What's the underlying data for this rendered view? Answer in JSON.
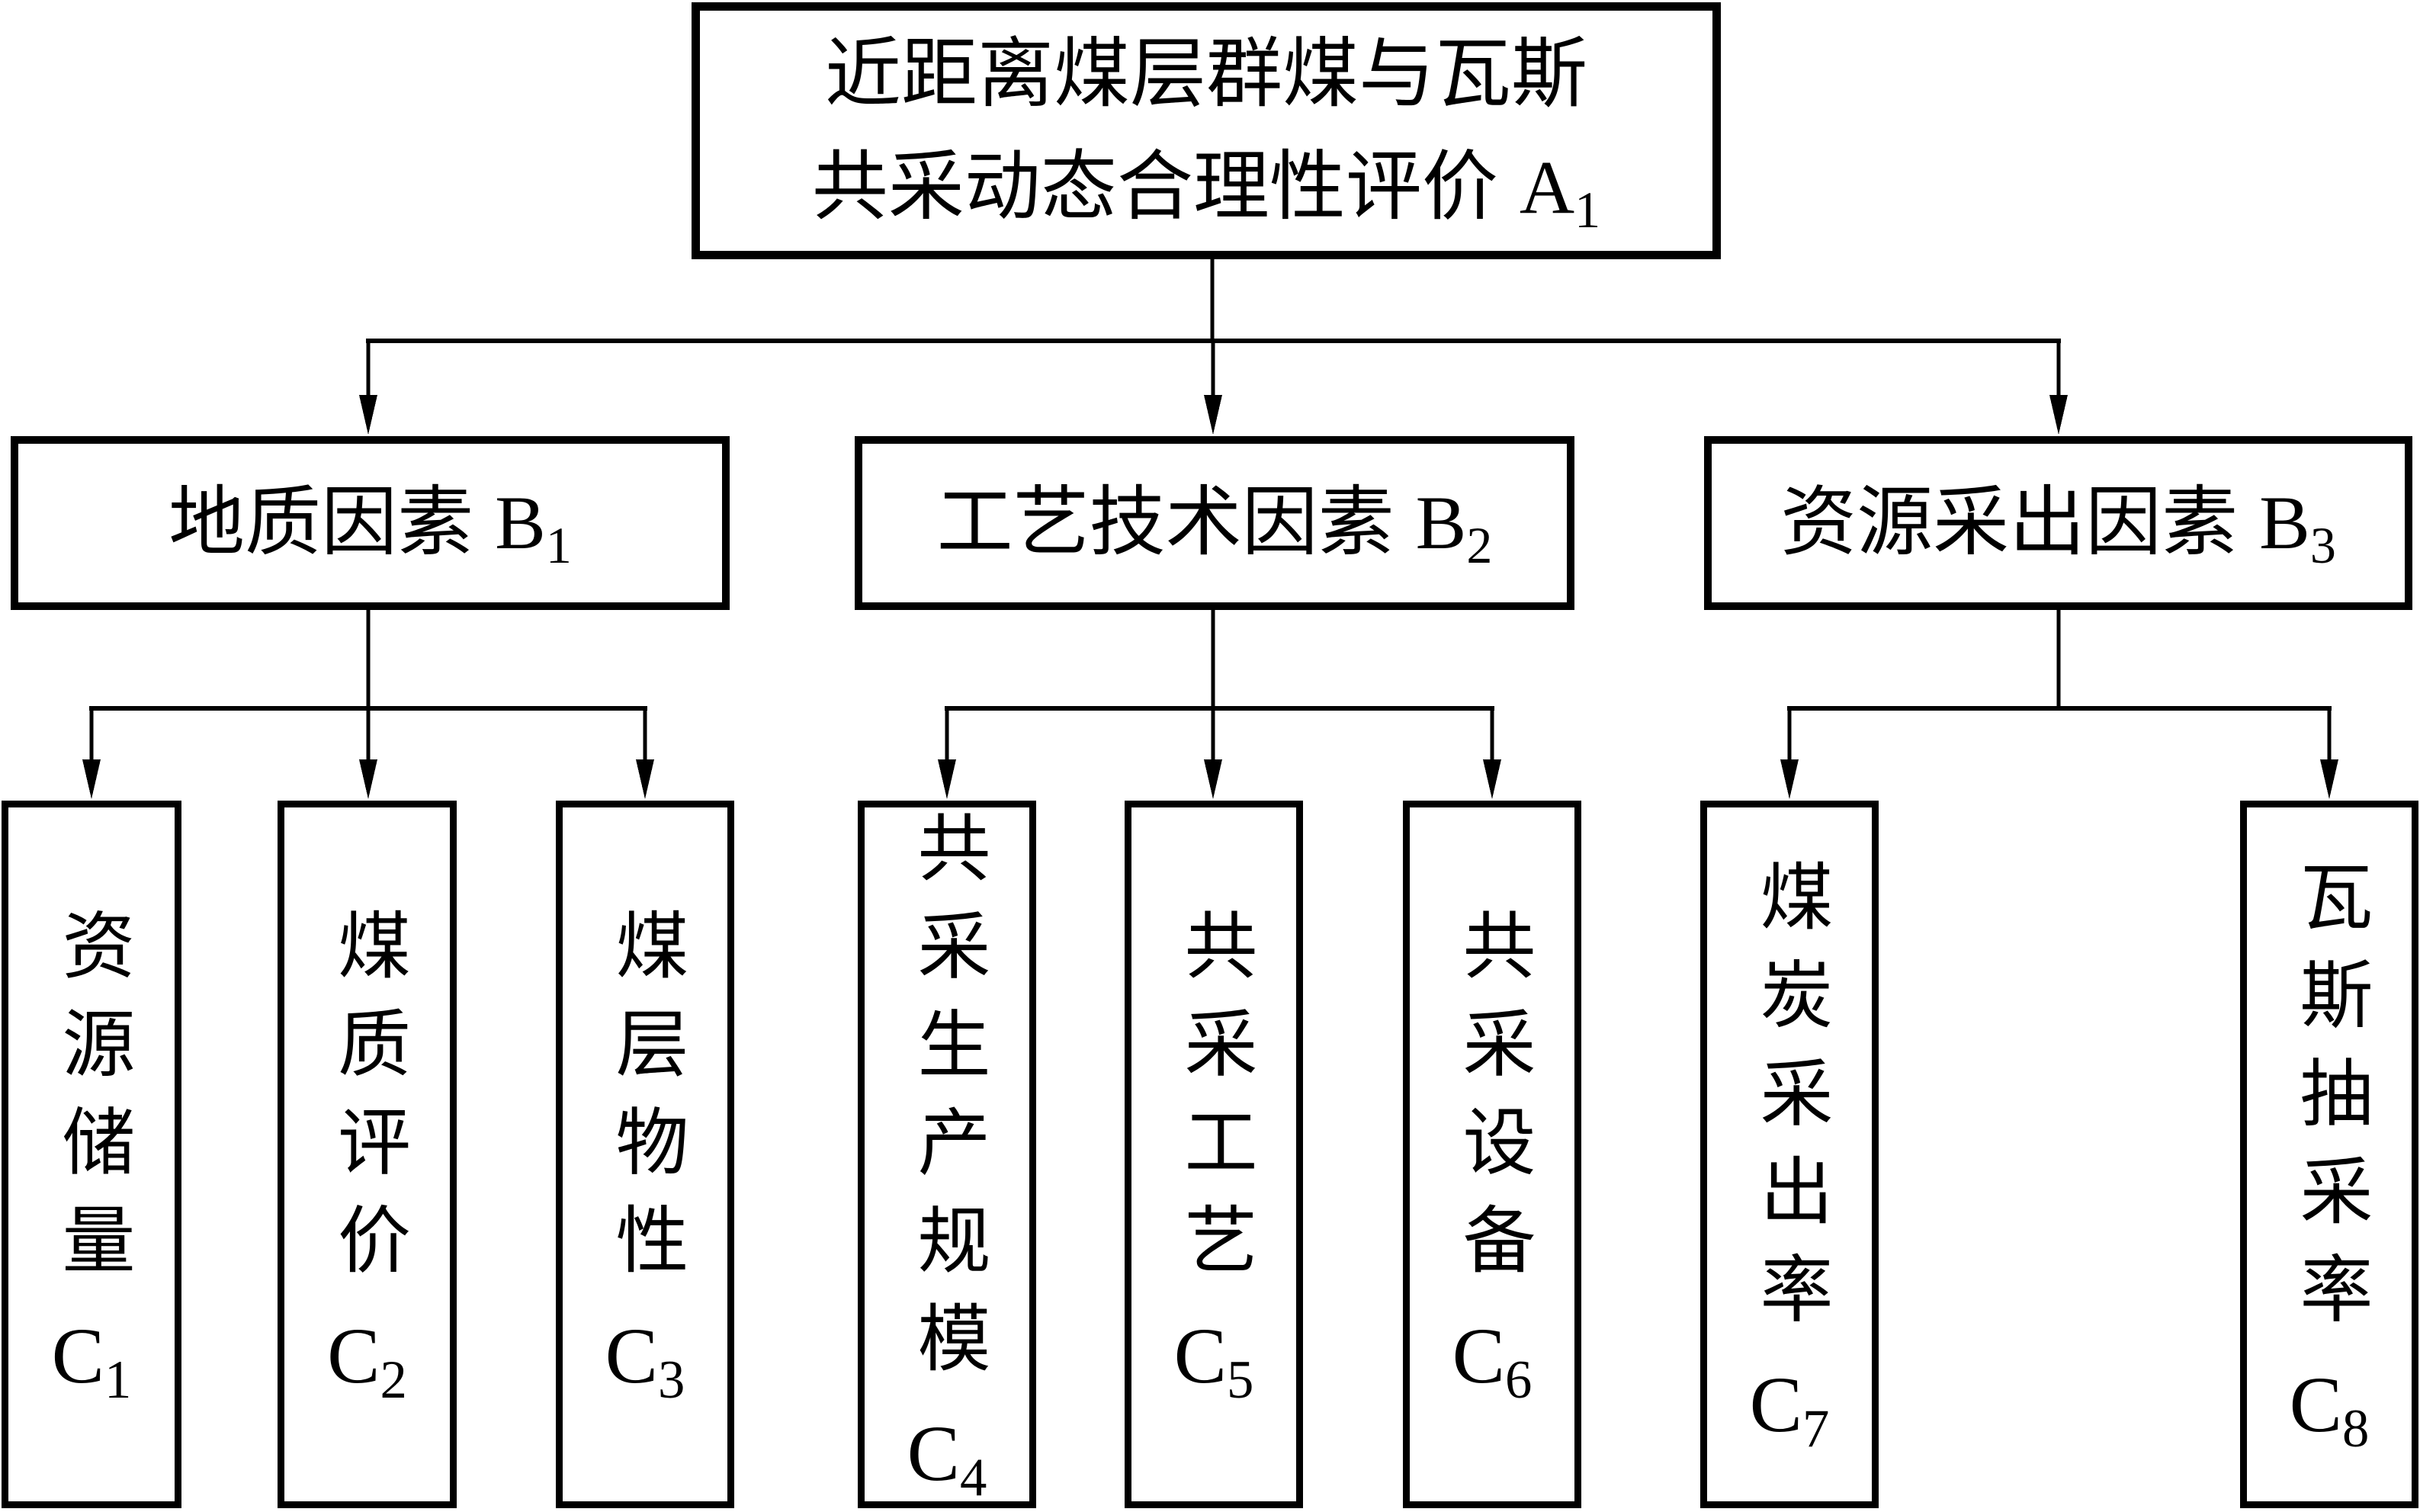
{
  "diagram": {
    "description_colors": {
      "line": "#000000",
      "background": "#ffffff",
      "text": "#000000"
    },
    "root": {
      "line1": "近距离煤层群煤与瓦斯",
      "line2": "共采动态合理性评价",
      "code": "A",
      "sub": "1"
    },
    "level_b": [
      {
        "label": "地质因素",
        "code": "B",
        "sub": "1"
      },
      {
        "label": "工艺技术因素",
        "code": "B",
        "sub": "2"
      },
      {
        "label": "资源采出因素",
        "code": "B",
        "sub": "3"
      }
    ],
    "level_c": [
      {
        "label": "资源储量",
        "code": "C",
        "sub": "1"
      },
      {
        "label": "煤质评价",
        "code": "C",
        "sub": "2"
      },
      {
        "label": "煤层物性",
        "code": "C",
        "sub": "3"
      },
      {
        "label": "共采生产规模",
        "code": "C",
        "sub": "4"
      },
      {
        "label": "共采工艺",
        "code": "C",
        "sub": "5"
      },
      {
        "label": "共采设备",
        "code": "C",
        "sub": "6"
      },
      {
        "label": "煤炭采出率",
        "code": "C",
        "sub": "7"
      },
      {
        "label": "瓦斯抽采率",
        "code": "C",
        "sub": "8"
      }
    ],
    "edges": [
      [
        "A1",
        "B1"
      ],
      [
        "A1",
        "B2"
      ],
      [
        "A1",
        "B3"
      ],
      [
        "B1",
        "C1"
      ],
      [
        "B1",
        "C2"
      ],
      [
        "B1",
        "C3"
      ],
      [
        "B2",
        "C4"
      ],
      [
        "B2",
        "C5"
      ],
      [
        "B2",
        "C6"
      ],
      [
        "B3",
        "C7"
      ],
      [
        "B3",
        "C8"
      ]
    ]
  }
}
